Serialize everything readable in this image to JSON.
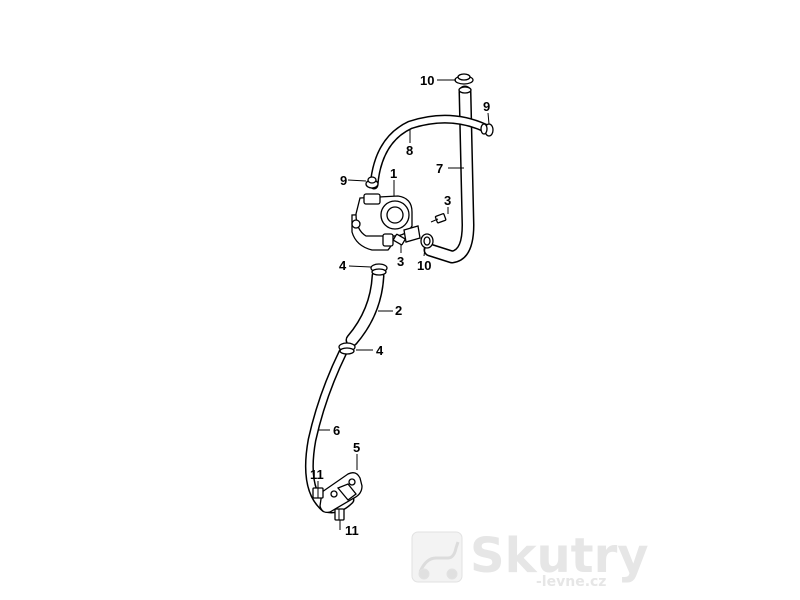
{
  "callouts": {
    "c10_top": "10",
    "c9_right": "9",
    "c8": "8",
    "c7": "7",
    "c9_left": "9",
    "c1": "1",
    "c3_right": "3",
    "c3_bottom": "3",
    "c10_bottom": "10",
    "c4_top": "4",
    "c2": "2",
    "c4_bottom": "4",
    "c6": "6",
    "c5": "5",
    "c11_left": "11",
    "c11_bottom": "11"
  },
  "watermark": {
    "brand": "Skutry",
    "sub": "-levne.cz"
  }
}
